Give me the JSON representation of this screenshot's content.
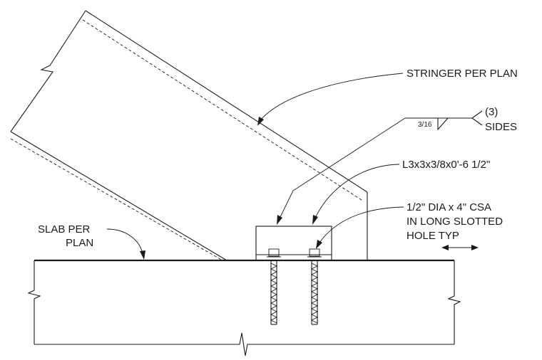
{
  "labels": {
    "stringer": "STRINGER PER PLAN",
    "weld_size": "3/16",
    "weld_count": "(3)",
    "weld_sides": "SIDES",
    "angle": "L3x3x3/8x0'-6 1/2\"",
    "anchor_line1": "1/2\" DIA x 4\" CSA",
    "anchor_line2": "IN LONG SLOTTED",
    "anchor_line3": "HOLE TYP",
    "slab_line1": "SLAB PER",
    "slab_line2": "PLAN"
  },
  "colors": {
    "line": "#1a1a1a",
    "background": "#ffffff"
  }
}
